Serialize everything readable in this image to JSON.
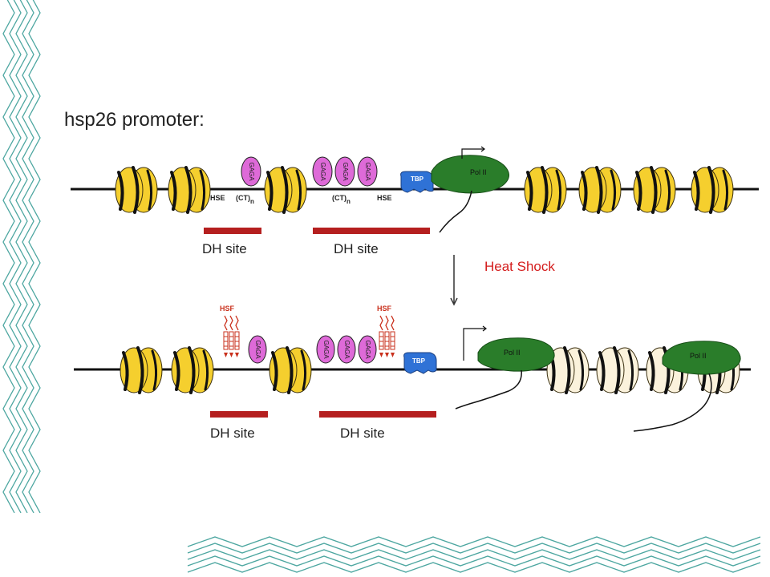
{
  "title": "hsp26 promoter:",
  "top": {
    "hse_left": "HSE",
    "ct_left": "(CT)",
    "ct_sub": "n",
    "ct_right": "(CT)",
    "hse_right": "HSE",
    "tbp": "TBP",
    "pol": "Pol II",
    "dh_left": "DH site",
    "dh_right": "DH site",
    "gaga": "GAGA"
  },
  "transition": {
    "label": "Heat Shock"
  },
  "bottom": {
    "hsf_left": "HSF",
    "hsf_right": "HSF",
    "tbp": "TBP",
    "pol_1": "Pol II",
    "pol_2": "Pol II",
    "dh_left": "DH site",
    "dh_right": "DH site",
    "gaga": "GAGA"
  },
  "colors": {
    "nucleosome": "#f5cf2e",
    "nucleosome_loose": "#fbf2dc",
    "gaga": "#de6ad8",
    "tbp": "#2f72d6",
    "pol": "#2a7d2a",
    "dh_bar": "#b51f1f",
    "heat_shock": "#d41c1c",
    "hsf": "#c9301c",
    "border": "#4ca6a0"
  }
}
